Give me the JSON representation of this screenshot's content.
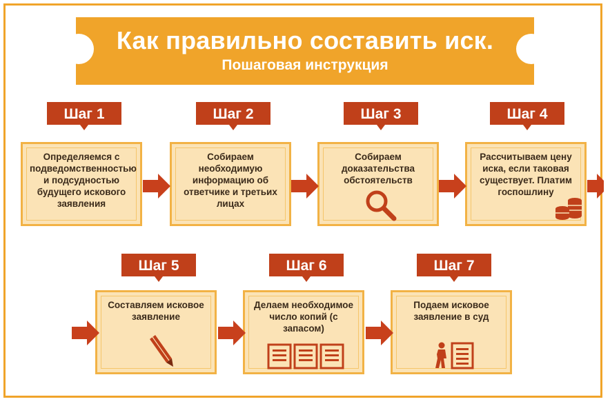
{
  "header": {
    "title": "Как правильно составить иск.",
    "subtitle": "Пошаговая инструкция"
  },
  "steps": [
    {
      "label": "Шаг 1",
      "text": "Определяемся с подведомственностью и подсудностью будущего искового заявления"
    },
    {
      "label": "Шаг 2",
      "text": "Собираем необходимую информацию об ответчике и третьих лицах"
    },
    {
      "label": "Шаг 3",
      "text": "Собираем доказательства обстоятельств",
      "icon": "magnifier-icon"
    },
    {
      "label": "Шаг 4",
      "text": "Рассчитываем цену иска, если таковая существует. Платим госпошлину",
      "icon": "coins-icon"
    },
    {
      "label": "Шаг 5",
      "text": "Составляем исковое заявление",
      "icon": "pencil-icon"
    },
    {
      "label": "Шаг 6",
      "text": "Делаем необходимое число копий (с запасом)",
      "icon": "documents-icon"
    },
    {
      "label": "Шаг 7",
      "text": "Подаем исковое заявление в суд",
      "icon": "person-document-icon"
    }
  ],
  "colors": {
    "orange": "#f0a42a",
    "tab_red": "#c0401a",
    "card_fill": "#fbe3b6",
    "arrow_red": "#c8401c"
  }
}
